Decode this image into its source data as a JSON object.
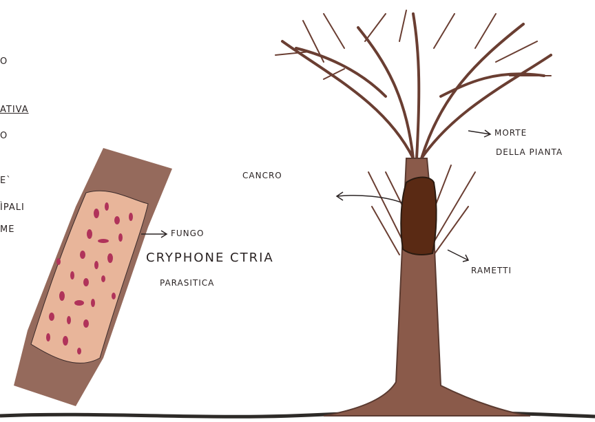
{
  "left_edge": {
    "fragments": [
      "O",
      "ATIVA",
      "O",
      "E`",
      "ÌPALI",
      "ME"
    ]
  },
  "labels": {
    "cancro": "CANCRO",
    "morte_line1": "MORTE",
    "morte_line2": "DELLA PIANTA",
    "rametti": "RAMETTI",
    "fungo": "FUNGO",
    "cryphonectria": "CRYPHONE CTRIA",
    "parasitica": "PARASITICA"
  },
  "colors": {
    "trunk": "#8a5a4a",
    "trunk_dark": "#5a3a30",
    "infected_bark": "#e8b59a",
    "spots": "#b0335a",
    "canker": "#5a2a14",
    "ink": "#2a2323",
    "ground": "#2e2b28"
  }
}
